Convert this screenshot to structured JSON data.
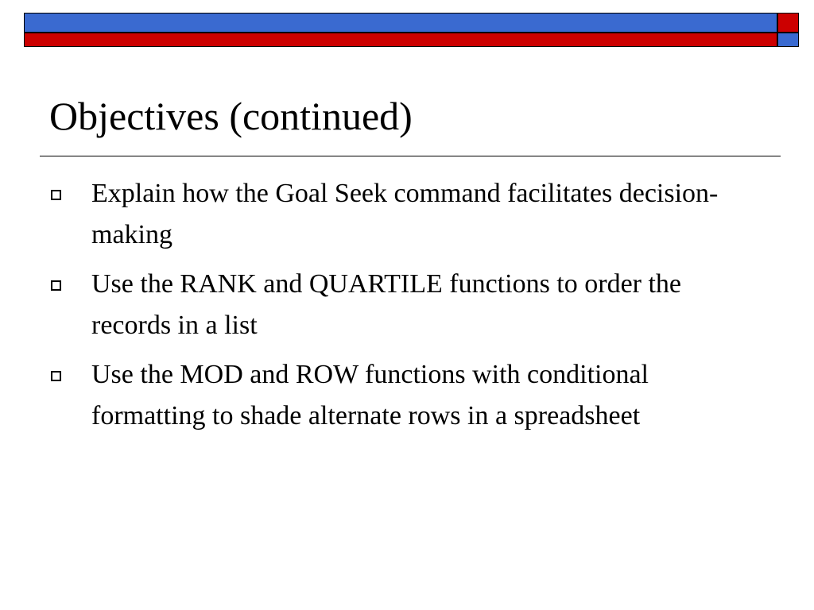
{
  "slide": {
    "title": "Objectives (continued)",
    "bullets": [
      "Explain how the Goal Seek command facilitates decision-making",
      "Use the RANK and QUARTILE functions to order the records in a list",
      "Use the MOD and ROW functions with conditional formatting to shade alternate rows in a spreadsheet"
    ]
  },
  "colors": {
    "band_blue": "#3a6ad0",
    "band_red": "#cc0000"
  }
}
